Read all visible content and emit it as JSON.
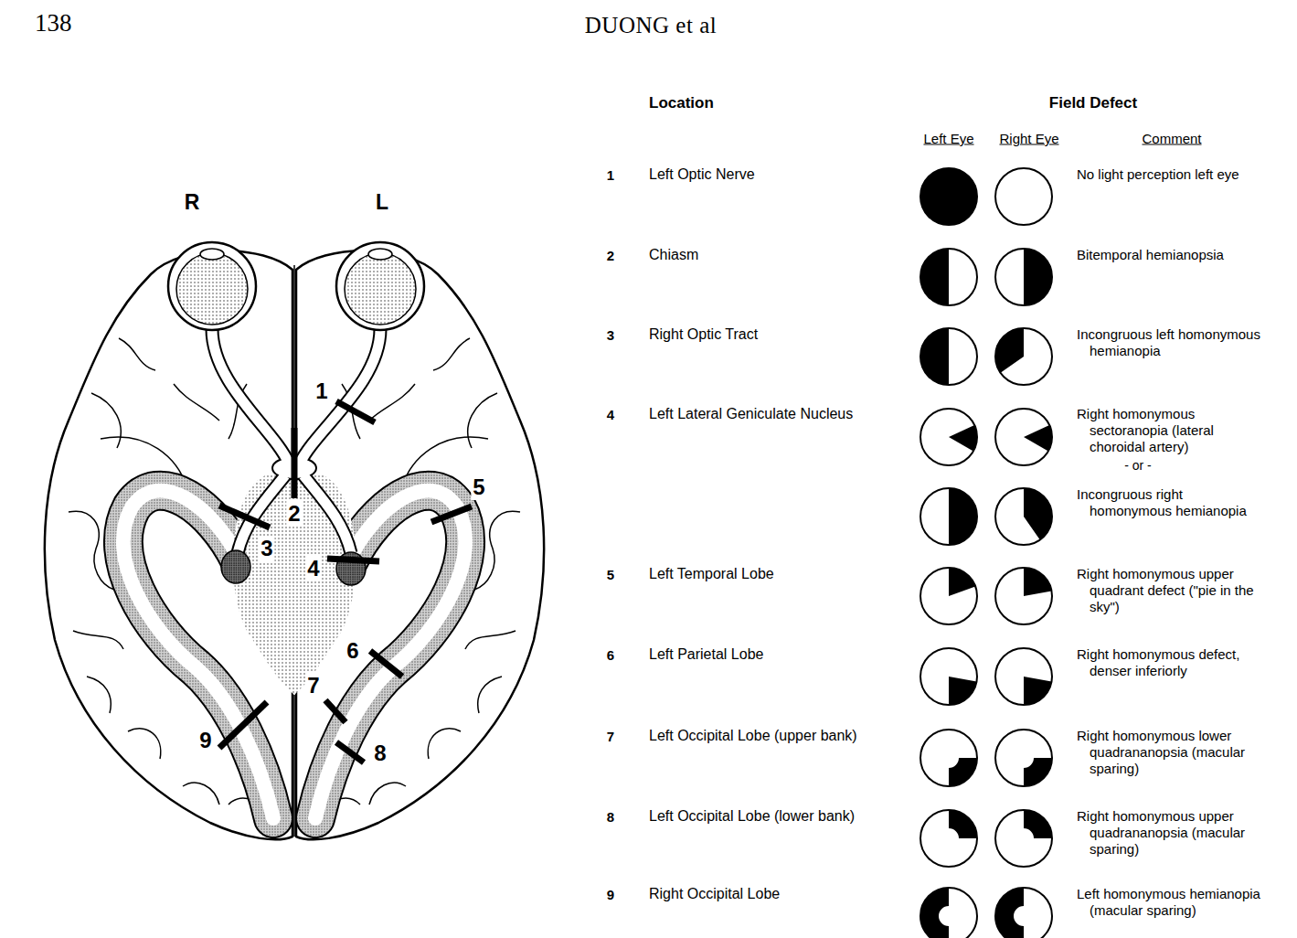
{
  "diagram": {
    "labels": [
      "138",
      "DUONG et al",
      "R",
      "L",
      "1",
      "2",
      "3",
      "4",
      "5",
      "6",
      "7",
      "8",
      "9",
      "Location",
      "Field Defect",
      "Left Eye",
      "Right Eye",
      "Comment",
      "1",
      "Left Optic Nerve",
      "No light perception left eye",
      "2",
      "Chiasm",
      "Bitemporal hemianopsia",
      "3",
      "Right Optic Tract",
      "Incongruous left homonymous hemianopia",
      "4",
      "Left Lateral Geniculate Nucleus",
      "Right homonymous sectoranopia (lateral choroidal artery)",
      "- or -",
      "Incongruous right homonymous hemianopia",
      "5",
      "Left Temporal Lobe",
      "Right homonymous upper quadrant defect (\"pie in the sky\")",
      "6",
      "Left Parietal Lobe",
      "Right homonymous defect, denser inferiorly",
      "7",
      "Left Occipital Lobe (upper bank)",
      "Right homonymous lower quadrananopsia (macular sparing)",
      "8",
      "Left Occipital Lobe (lower bank)",
      "Right homonymous upper quadrananopsia (macular sparing)",
      "9",
      "Right Occipital Lobe",
      "Left homonymous hemianopia (macular sparing)"
    ]
  }
}
